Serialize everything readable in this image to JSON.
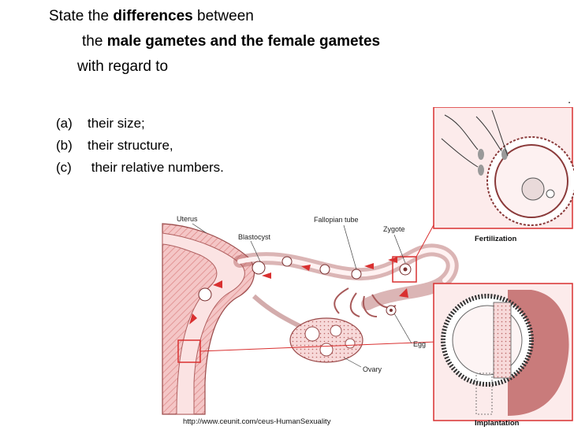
{
  "question": {
    "line1_pre": "State the ",
    "line1_bold": "differences",
    "line1_post": " between",
    "line2_pre": "the ",
    "line2_bold": "male gametes and the female gametes",
    "line3": "with regard to"
  },
  "items": [
    {
      "label": "(a)",
      "text": "their size;"
    },
    {
      "label": "(b)",
      "text": "their structure,"
    },
    {
      "label": "(c)",
      "text": " their relative numbers."
    }
  ],
  "stray_mark": ".",
  "figure": {
    "labels": {
      "uterus": "Uterus",
      "fallopian_tube": "Fallopian tube",
      "blastocyst": "Blastocyst",
      "zygote": "Zygote",
      "egg": "Egg",
      "ovary": "Ovary",
      "fertilization": "Fertilization",
      "implantation": "Implantation"
    }
  },
  "source": "http://www.ceunit.com/ceus-HumanSexuality"
}
